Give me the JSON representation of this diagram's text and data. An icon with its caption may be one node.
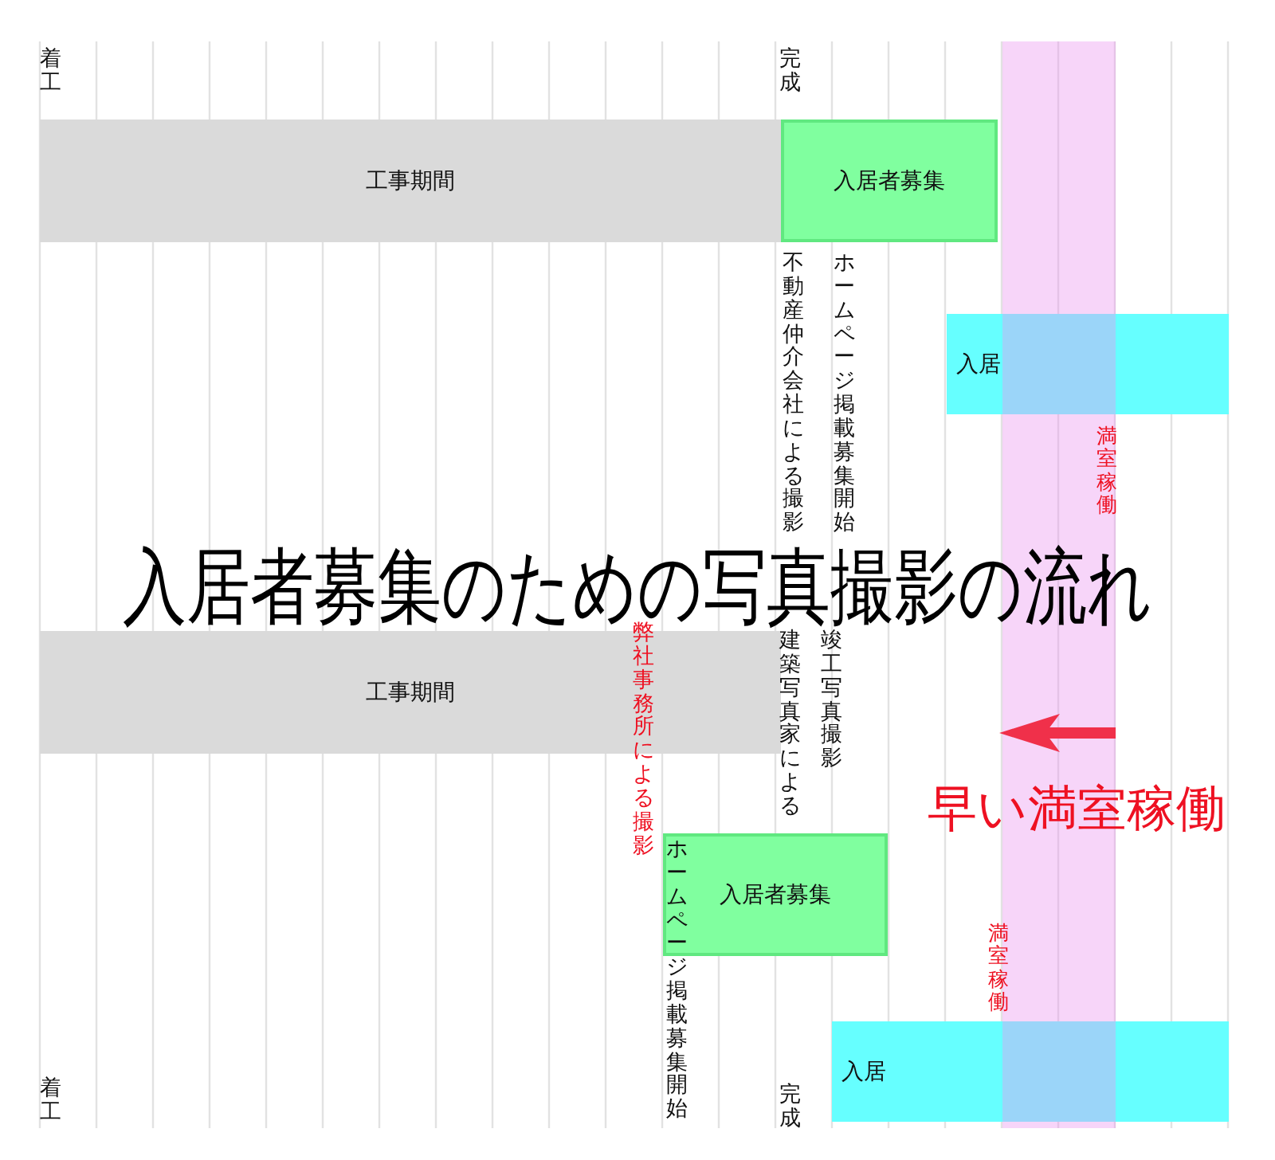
{
  "diagram": {
    "title": "入居者募集のための写真撮影の流れ",
    "nodes": [
      {
        "text": [
          "工事期間"
        ]
      },
      {
        "text": [
          "入居者募集"
        ]
      },
      {
        "text": [
          "入居"
        ]
      },
      {
        "text": [
          "工事期間"
        ]
      },
      {
        "text": [
          "入居者募集"
        ]
      },
      {
        "text": [
          "入居"
        ]
      }
    ],
    "labels": [
      "着工",
      "完成",
      "不動産仲介会社による撮影",
      "ホームページ掲載募集開始",
      "満室稼働",
      "弊社事務所による撮影",
      "建築写真家による",
      "竣工写真撮影",
      "早い満室稼働",
      "ホームページ掲載募集開始",
      "満室稼働",
      "着工",
      "完成"
    ]
  }
}
